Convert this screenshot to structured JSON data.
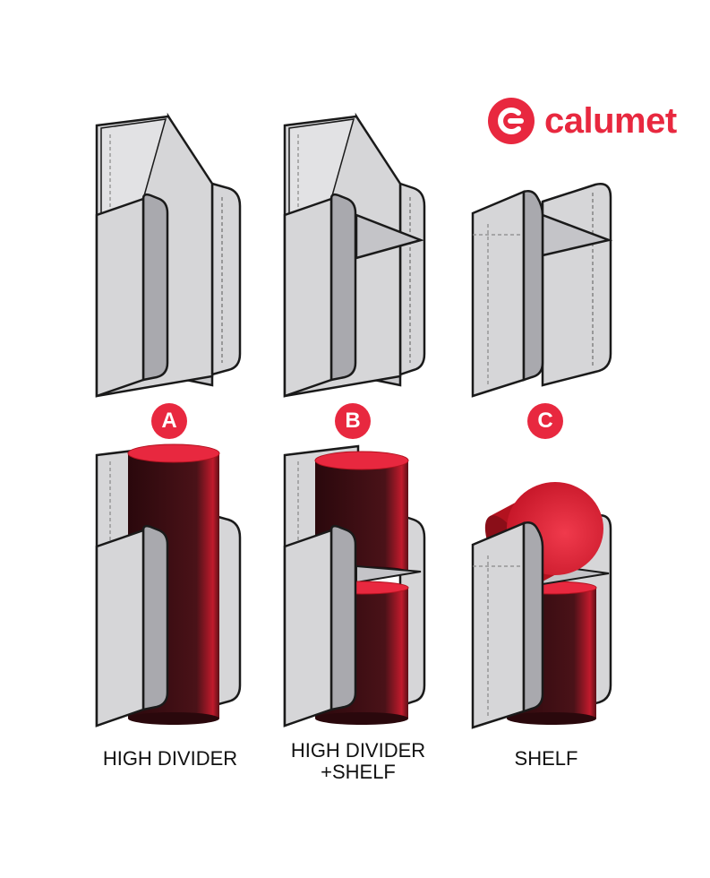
{
  "brand": {
    "name": "calumet",
    "logo_icon": "calumet-c-icon",
    "color": "#e8283f"
  },
  "colors": {
    "panel": "#d6d6d8",
    "panel_dark": "#b8b8bc",
    "outline": "#1a1a1a",
    "cylinder_body": "#3a0f14",
    "cylinder_top": "#e8283f"
  },
  "options": [
    {
      "id": "A",
      "badge": "A",
      "label": "HIGH DIVIDER"
    },
    {
      "id": "B",
      "badge": "B",
      "label": "HIGH DIVIDER\n+SHELF"
    },
    {
      "id": "C",
      "badge": "C",
      "label": "SHELF"
    }
  ]
}
